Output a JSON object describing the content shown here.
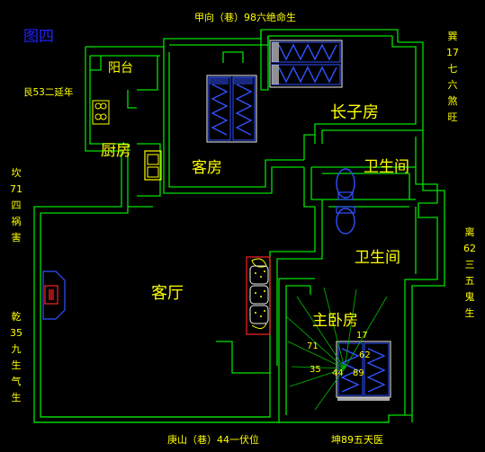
{
  "colors": {
    "background": "#000000",
    "wall": "#00e000",
    "text": "#ffff00",
    "figure_label": "#2020ff",
    "dim": "#00c000",
    "furniture_red": "#ff2020",
    "furniture_blue": "#3050ff",
    "furniture_yellow": "#ffff00",
    "furniture_white": "#f0f0f0"
  },
  "figure_label": "图四",
  "orientation": {
    "top": "甲向（巷）98六绝命生",
    "bottom_left": "庚山（巷）44一伏位",
    "bottom_right": "坤89五天医",
    "upper_left": "艮53二延年",
    "left_mid": [
      "坎",
      "71",
      "四",
      "祸",
      "害"
    ],
    "left_low": [
      "乾",
      "35",
      "九",
      "生",
      "气",
      "生"
    ],
    "right_top": [
      "巽",
      "17",
      "七",
      "六",
      "煞",
      "旺"
    ],
    "right_mid": [
      "离",
      "62",
      "三",
      "五",
      "鬼",
      "生"
    ]
  },
  "rooms": {
    "balcony": "阳台",
    "kitchen": "厨房",
    "guest_room": "客房",
    "eldest_son_room": "长子房",
    "bathroom_upper": "卫生间",
    "bathroom_lower": "卫生间",
    "living_room": "客厅",
    "master_room": "主卧房"
  },
  "compass_numbers": {
    "n71": "71",
    "n17": "17",
    "n62": "62",
    "n35": "35",
    "n44": "44",
    "n89": "89"
  }
}
